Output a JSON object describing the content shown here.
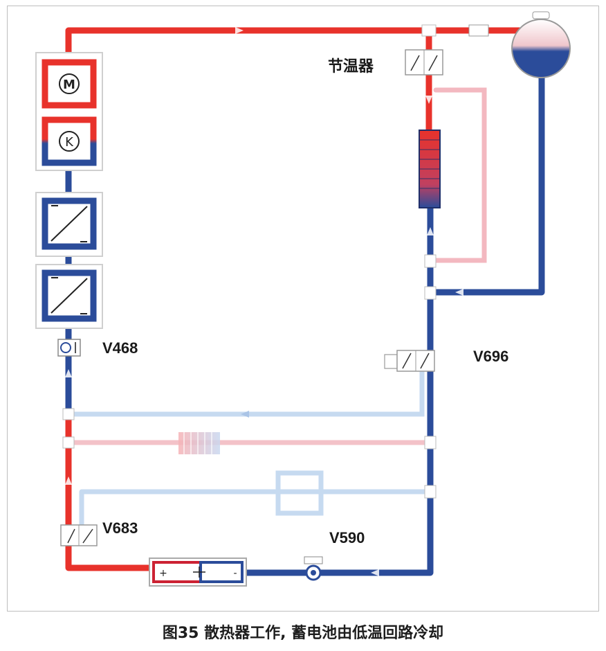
{
  "labels": {
    "thermostat": "节温器",
    "v468": "V468",
    "v696": "V696",
    "v683": "V683",
    "v590": "V590"
  },
  "components": {
    "motor_symbol": "M",
    "compressor_symbol": "K",
    "battery_plus": "+",
    "battery_minus": "-"
  },
  "caption": "图35 散热器工作, 蓄电池由低温回路冷却",
  "colors": {
    "hot": "#e8322b",
    "cold": "#2b4c9a",
    "hot_inactive": "#f3b8c0",
    "cold_inactive": "#c6daf0"
  }
}
